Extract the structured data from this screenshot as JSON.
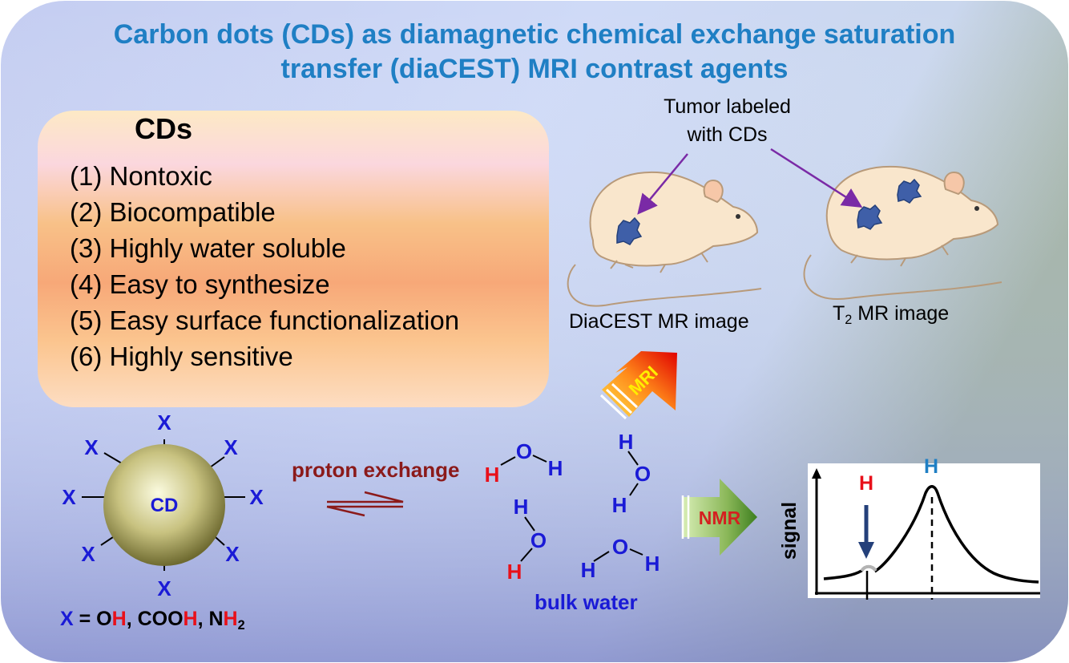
{
  "title": {
    "line1": "Carbon dots (CDs) as diamagnetic chemical exchange saturation",
    "line2": "transfer (diaCEST) MRI contrast agents"
  },
  "properties": {
    "heading": "CDs",
    "items": [
      "(1) Nontoxic",
      "(2) Biocompatible",
      "(3) Highly water soluble",
      "(4) Easy to synthesize",
      "(5) Easy surface functionalization",
      "(6) Highly sensitive"
    ]
  },
  "mice": {
    "tumor_label_line1": "Tumor labeled",
    "tumor_label_line2": "with CDs",
    "left_caption": "DiaCEST MR image",
    "right_caption_main": "T",
    "right_caption_sub": "2",
    "right_caption_rest": " MR image"
  },
  "carbon_dot": {
    "center_label": "CD",
    "group_label": "X",
    "formula": {
      "x": "X",
      "eq": " = O",
      "h1": "H",
      "mid1": ", COO",
      "h2": "H",
      "mid2": ", N",
      "h3": "H",
      "sub": "2"
    }
  },
  "exchange": {
    "proton_label": "proton exchange",
    "bulk_label": "bulk water",
    "atom_o": "O",
    "atom_h": "H"
  },
  "arrows": {
    "mri": "MRI",
    "nmr": "NMR"
  },
  "spectrum": {
    "ylabel": "signal",
    "peak_small_label": "H",
    "peak_main_label": "H"
  },
  "colors": {
    "title": "#1f7fc4",
    "atom_blue": "#1a1ad6",
    "atom_red": "#e8101a",
    "proton_text": "#8b1a1a",
    "mri_text": "#ffee00",
    "nmr_text": "#d42020"
  }
}
